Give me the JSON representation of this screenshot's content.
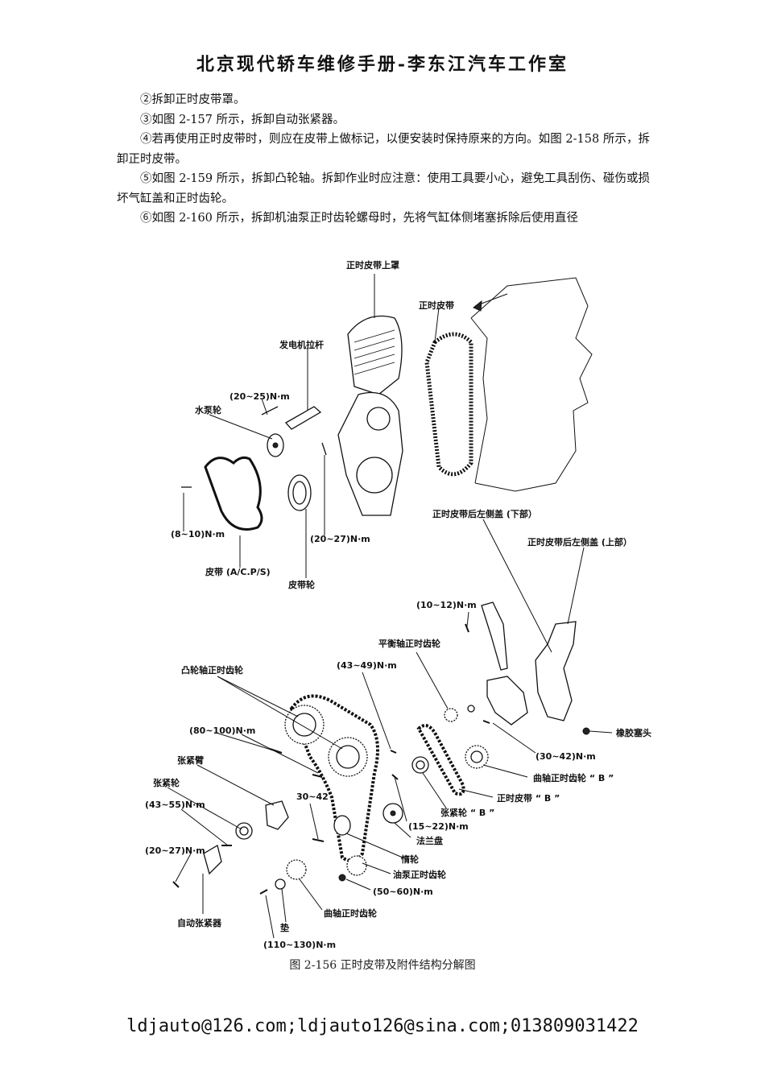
{
  "header": {
    "title": "北京现代轿车维修手册-李东江汽车工作室"
  },
  "paragraphs": [
    "②拆卸正时皮带罩。",
    "③如图 2-157 所示，拆卸自动张紧器。",
    "④若再使用正时皮带时，则应在皮带上做标记，以便安装时保持原来的方向。如图 2-158 所示，拆卸正时皮带。",
    "⑤如图 2-159 所示，拆卸凸轮轴。拆卸作业时应注意：使用工具要小心，避免工具刮伤、碰伤或损坏气缸盖和正时齿轮。",
    "⑥如图 2-160 所示，拆卸机油泵正时齿轮螺母时，先将气缸体侧堵塞拆除后使用直径"
  ],
  "figure": {
    "labels": {
      "upper_cover": "正时皮带上罩",
      "timing_belt": "正时皮带",
      "alt_rod": "发电机拉杆",
      "torque_20_25": "(20~25)N·m",
      "water_pump": "水泵轮",
      "torque_8_10": "(8~10)N·m",
      "torque_20_27_top": "(20~27)N·m",
      "belt_acps": "皮带 (A/C.P/S)",
      "pulley": "皮带轮",
      "rear_left_lower": "正时皮带后左侧盖 (下部）",
      "rear_left_upper": "正时皮带后左侧盖 (上部）",
      "torque_10_12": "(10~12)N·m",
      "balance_gear": "平衡轴正时齿轮",
      "torque_43_49": "(43~49)N·m",
      "cam_gear": "凸轮轴正时齿轮",
      "torque_80_100": "(80~100)N·m",
      "tension_arm": "张紧臂",
      "torque_30_42_a": "30~42",
      "tensioner_wheel": "张紧轮",
      "torque_43_55": "(43~55)N·m",
      "torque_20_27_bottom": "(20~27)N·m",
      "auto_tensioner": "自动张紧器",
      "rubber_plug": "橡胶塞头",
      "torque_30_42_b": "(30~42)N·m",
      "crank_gear_b": "曲轴正时齿轮 “ B ”",
      "timing_belt_b": "正时皮带 “ B ”",
      "tensioner_b": "张紧轮 “ B ”",
      "torque_15_22": "(15~22)N·m",
      "flange": "法兰盘",
      "idler": "惰轮",
      "oil_pump_gear": "油泵正时齿轮",
      "torque_50_60": "(50~60)N·m",
      "crank_gear": "曲轴正时齿轮",
      "washer": "垫",
      "torque_110_130": "(110~130)N·m"
    },
    "caption": "图 2-156 正时皮带及附件结构分解图"
  },
  "footer": {
    "contact": "ldjauto@126.com;ldjauto126@sina.com;013809031422"
  }
}
